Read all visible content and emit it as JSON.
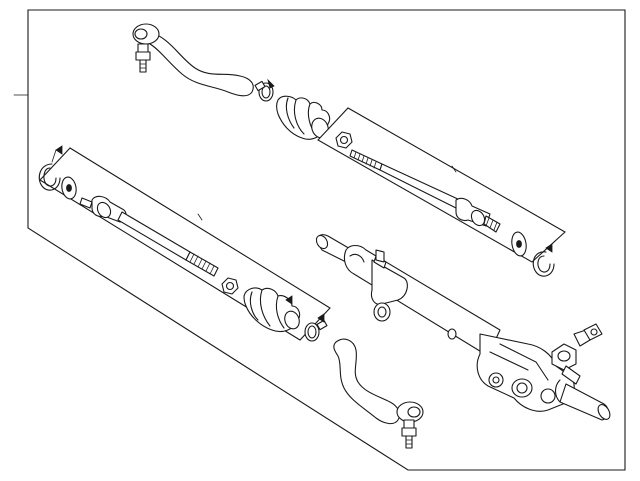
{
  "diagram": {
    "parts": [
      {
        "id": "outer-tie-rod-end-left",
        "icon": "tie-rod-end"
      },
      {
        "id": "boot-clamp-upper",
        "icon": "hose-clamp"
      },
      {
        "id": "bellows-boot-upper",
        "icon": "bellows"
      },
      {
        "id": "jam-nut-upper",
        "icon": "hex-nut"
      },
      {
        "id": "inner-tie-rod-upper",
        "icon": "threaded-rod"
      },
      {
        "id": "washer-upper",
        "icon": "washer"
      },
      {
        "id": "snap-ring-upper",
        "icon": "snap-ring"
      },
      {
        "id": "snap-ring-lower",
        "icon": "snap-ring"
      },
      {
        "id": "washer-lower",
        "icon": "washer"
      },
      {
        "id": "inner-tie-rod-lower",
        "icon": "threaded-rod"
      },
      {
        "id": "jam-nut-lower",
        "icon": "hex-nut"
      },
      {
        "id": "bellows-boot-lower",
        "icon": "bellows"
      },
      {
        "id": "boot-clamp-lower",
        "icon": "hose-clamp"
      },
      {
        "id": "outer-tie-rod-end-right",
        "icon": "tie-rod-end"
      },
      {
        "id": "steering-gear-assembly",
        "icon": "rack-and-pinion"
      }
    ],
    "stroke_color": "#1a1a1a",
    "background_color": "#ffffff"
  }
}
